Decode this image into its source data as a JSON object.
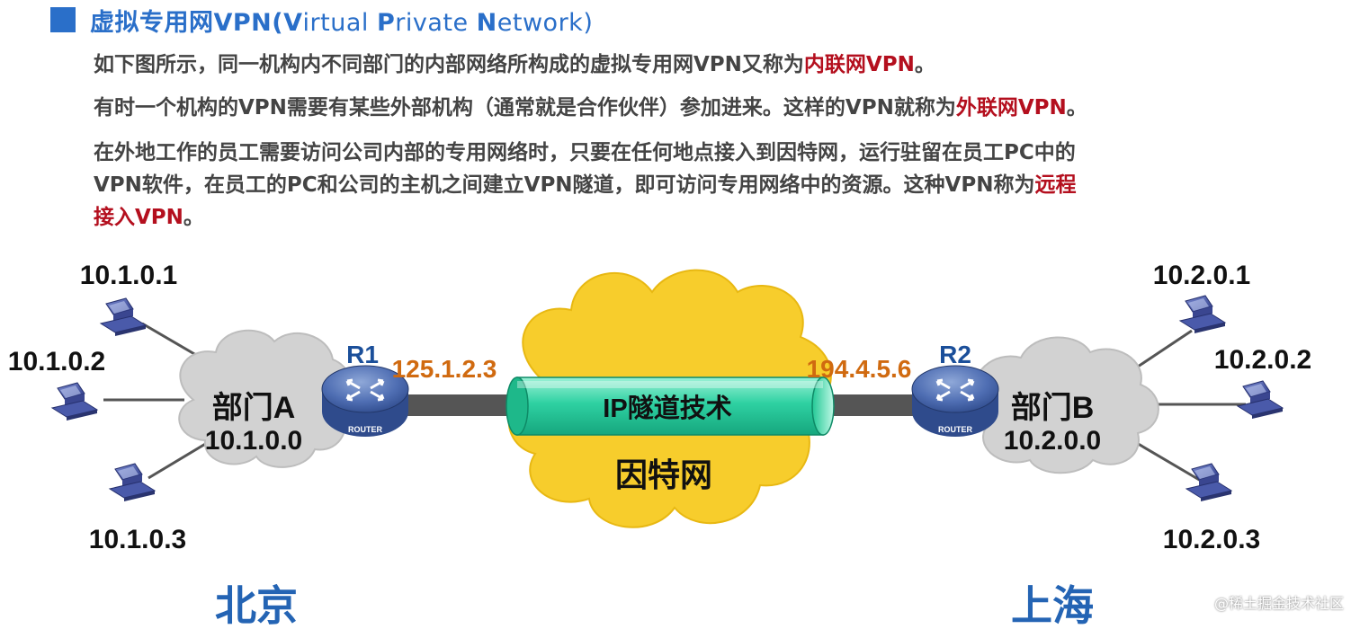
{
  "title": {
    "text_a": "虚拟专用网VPN(",
    "t_V": "V",
    "t_irtual": "irtual ",
    "t_P": "P",
    "t_rivate": "rivate ",
    "t_N": "N",
    "t_etwork": "etwork)"
  },
  "paragraphs": {
    "p1_a": "如下图所示，同一机构内不同部门的内部网络所构成的虚拟专用网VPN又称为",
    "p1_hl": "内联网VPN",
    "p1_b": "。",
    "p2_a": "有时一个机构的VPN需要有某些外部机构（通常就是合作伙伴）参加进来。这样的VPN就称为",
    "p2_hl": "外联网VPN",
    "p2_b": "。",
    "p3_l1": "在外地工作的员工需要访问公司内部的专用网络时，只要在任何地点接入到因特网，运行驻留在员工PC中的",
    "p3_l2a": "VPN软件，在员工的PC和公司的主机之间建立VPN隧道，即可访问专用网络中的资源。这种VPN称为",
    "p3_l2hl": "远程",
    "p3_l3hl": "接入VPN",
    "p3_l3b": "。"
  },
  "diagram": {
    "left": {
      "hosts": [
        "10.1.0.1",
        "10.1.0.2",
        "10.1.0.3"
      ],
      "dept_name": "部门A",
      "dept_net": "10.1.0.0",
      "router_name": "R1",
      "router_ip": "125.1.2.3",
      "city": "北京"
    },
    "right": {
      "hosts": [
        "10.2.0.1",
        "10.2.0.2",
        "10.2.0.3"
      ],
      "dept_name": "部门B",
      "dept_net": "10.2.0.0",
      "router_name": "R2",
      "router_ip": "194.4.5.6",
      "city": "上海"
    },
    "router_badge": "ROUTER",
    "tunnel_label": "IP隧道技术",
    "internet_label": "因特网"
  },
  "watermark": "@稀土掘金技术社区",
  "colors": {
    "title_blue": "#2a6fc9",
    "highlight_red": "#b40f1e",
    "ip_orange": "#d06a10",
    "router_label_blue": "#1b4f9a",
    "city_blue": "#2464b4",
    "internet_cloud": "#f7cd2c",
    "tunnel": "#2ed1a2",
    "dept_cloud": "#d2d2d2"
  }
}
